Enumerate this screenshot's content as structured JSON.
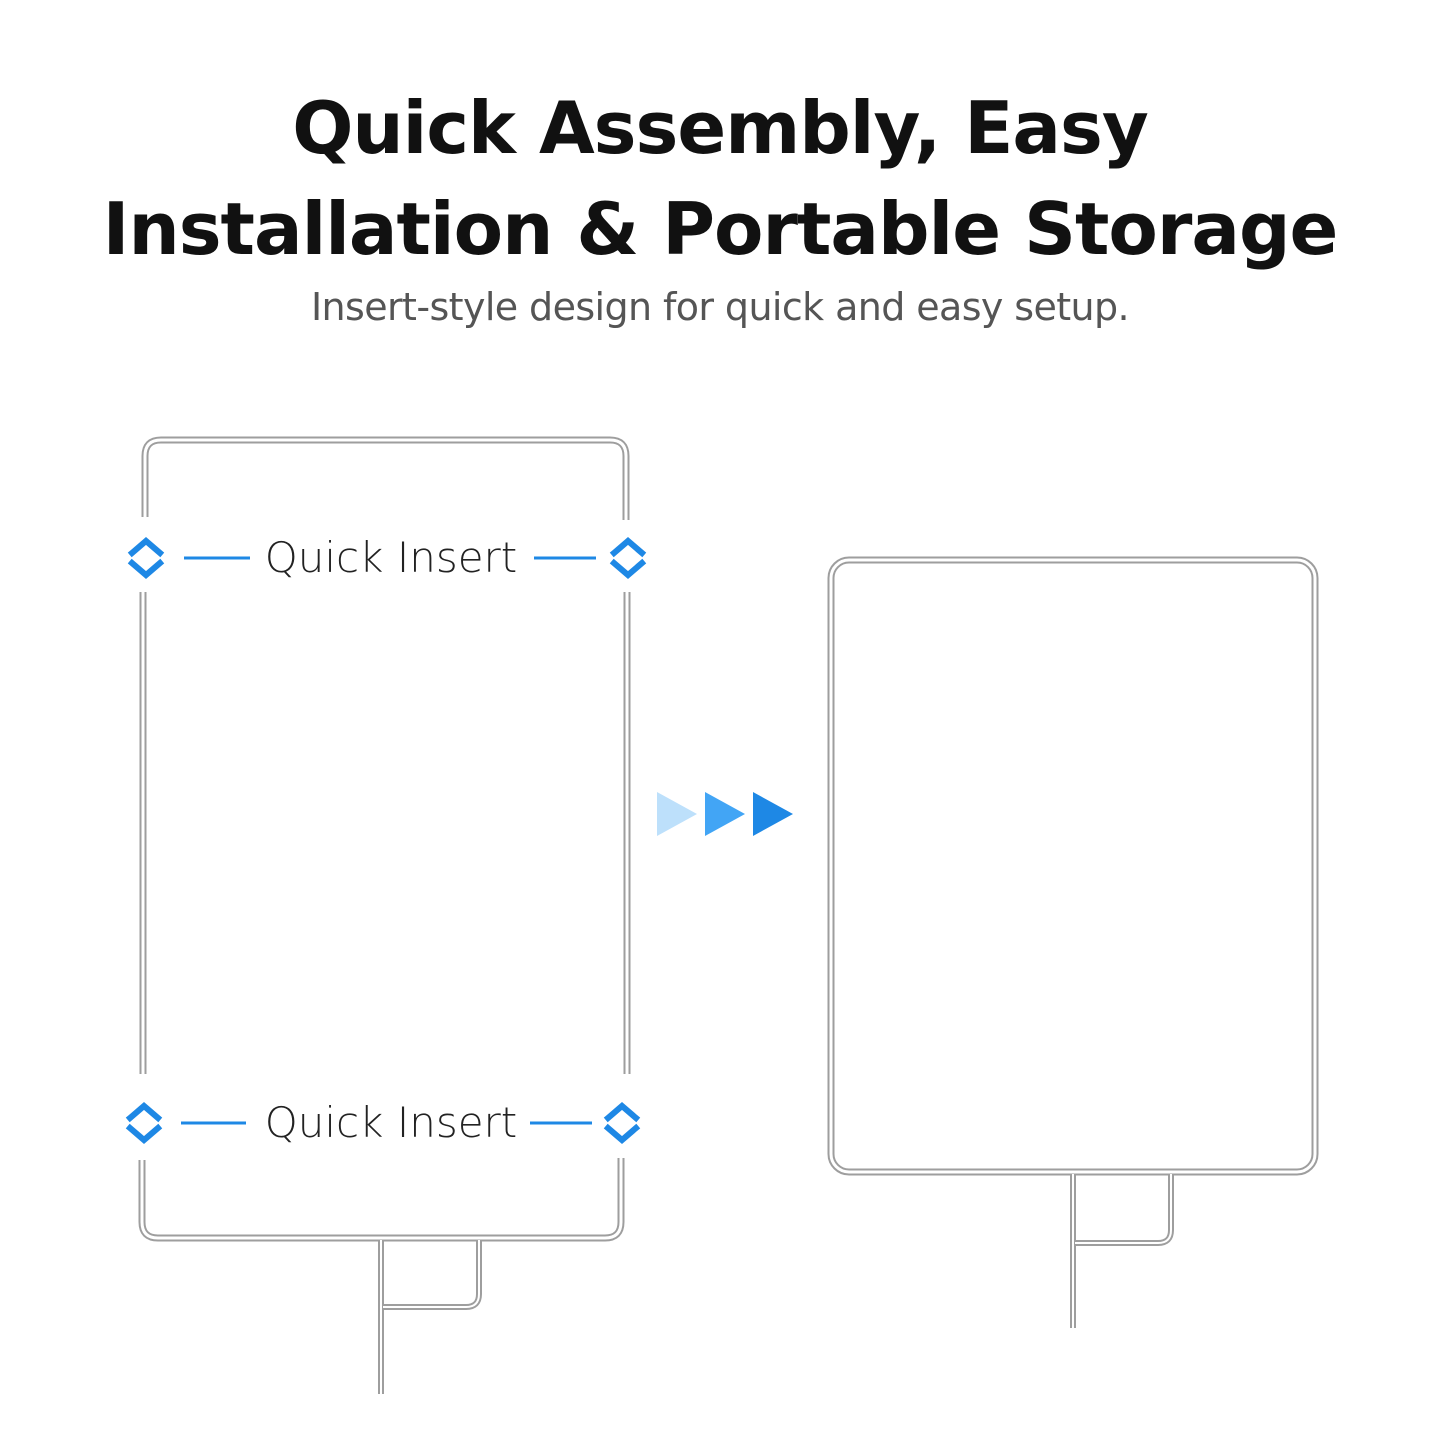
{
  "heading": {
    "line1": "Quick Assembly, Easy",
    "line2": "Installation & Portable Storage",
    "subtitle": "Insert-style design for quick and easy setup."
  },
  "labels": {
    "top_insert": "Quick Insert",
    "bottom_insert": "Quick Insert"
  },
  "colors": {
    "accent": "#1e88e5",
    "arrow_light": "#bde0fb",
    "arrow_mid": "#42a5f5",
    "arrow_dark": "#1e88e5",
    "frame": "#9e9e9e",
    "text": "#111111",
    "subtext": "#555555"
  },
  "icons": {
    "insert_marker": "double-chevron-icon",
    "progress": "triple-arrow-right-icon"
  }
}
